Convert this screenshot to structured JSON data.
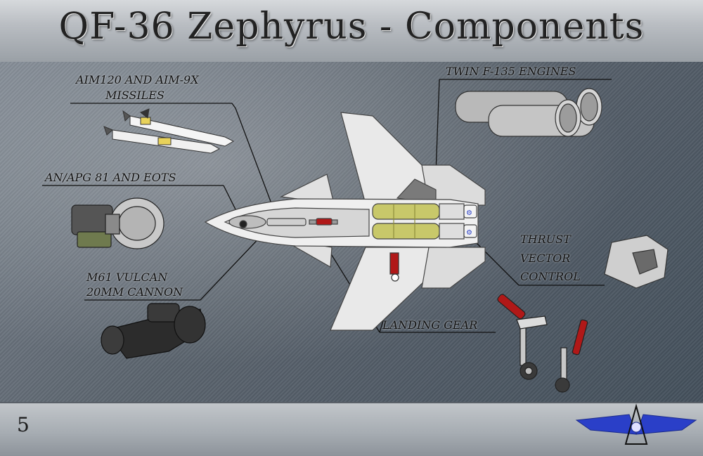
{
  "title": "QF-36 Zephyrus  - Components",
  "page_number": "5",
  "labels": {
    "missiles_line1": "AIM120 AND AIM-9X",
    "missiles_line2": "MISSILES",
    "radar": "AN/APG 81 AND EOTS",
    "cannon_line1": "M61 VULCAN",
    "cannon_line2": "20MM CANNON",
    "engines": "TWIN F-135 ENGINES",
    "tvc_line1": "THRUST",
    "tvc_line2": "VECTOR",
    "tvc_line3": "CONTROL",
    "landing_gear": "LANDING GEAR"
  },
  "colors": {
    "panel": "#5b646e",
    "jet_body": "#e8e8e8",
    "engine_fuel": "#c8c86a",
    "gear_red": "#b01818",
    "logo_blue": "#2a3fc8"
  }
}
